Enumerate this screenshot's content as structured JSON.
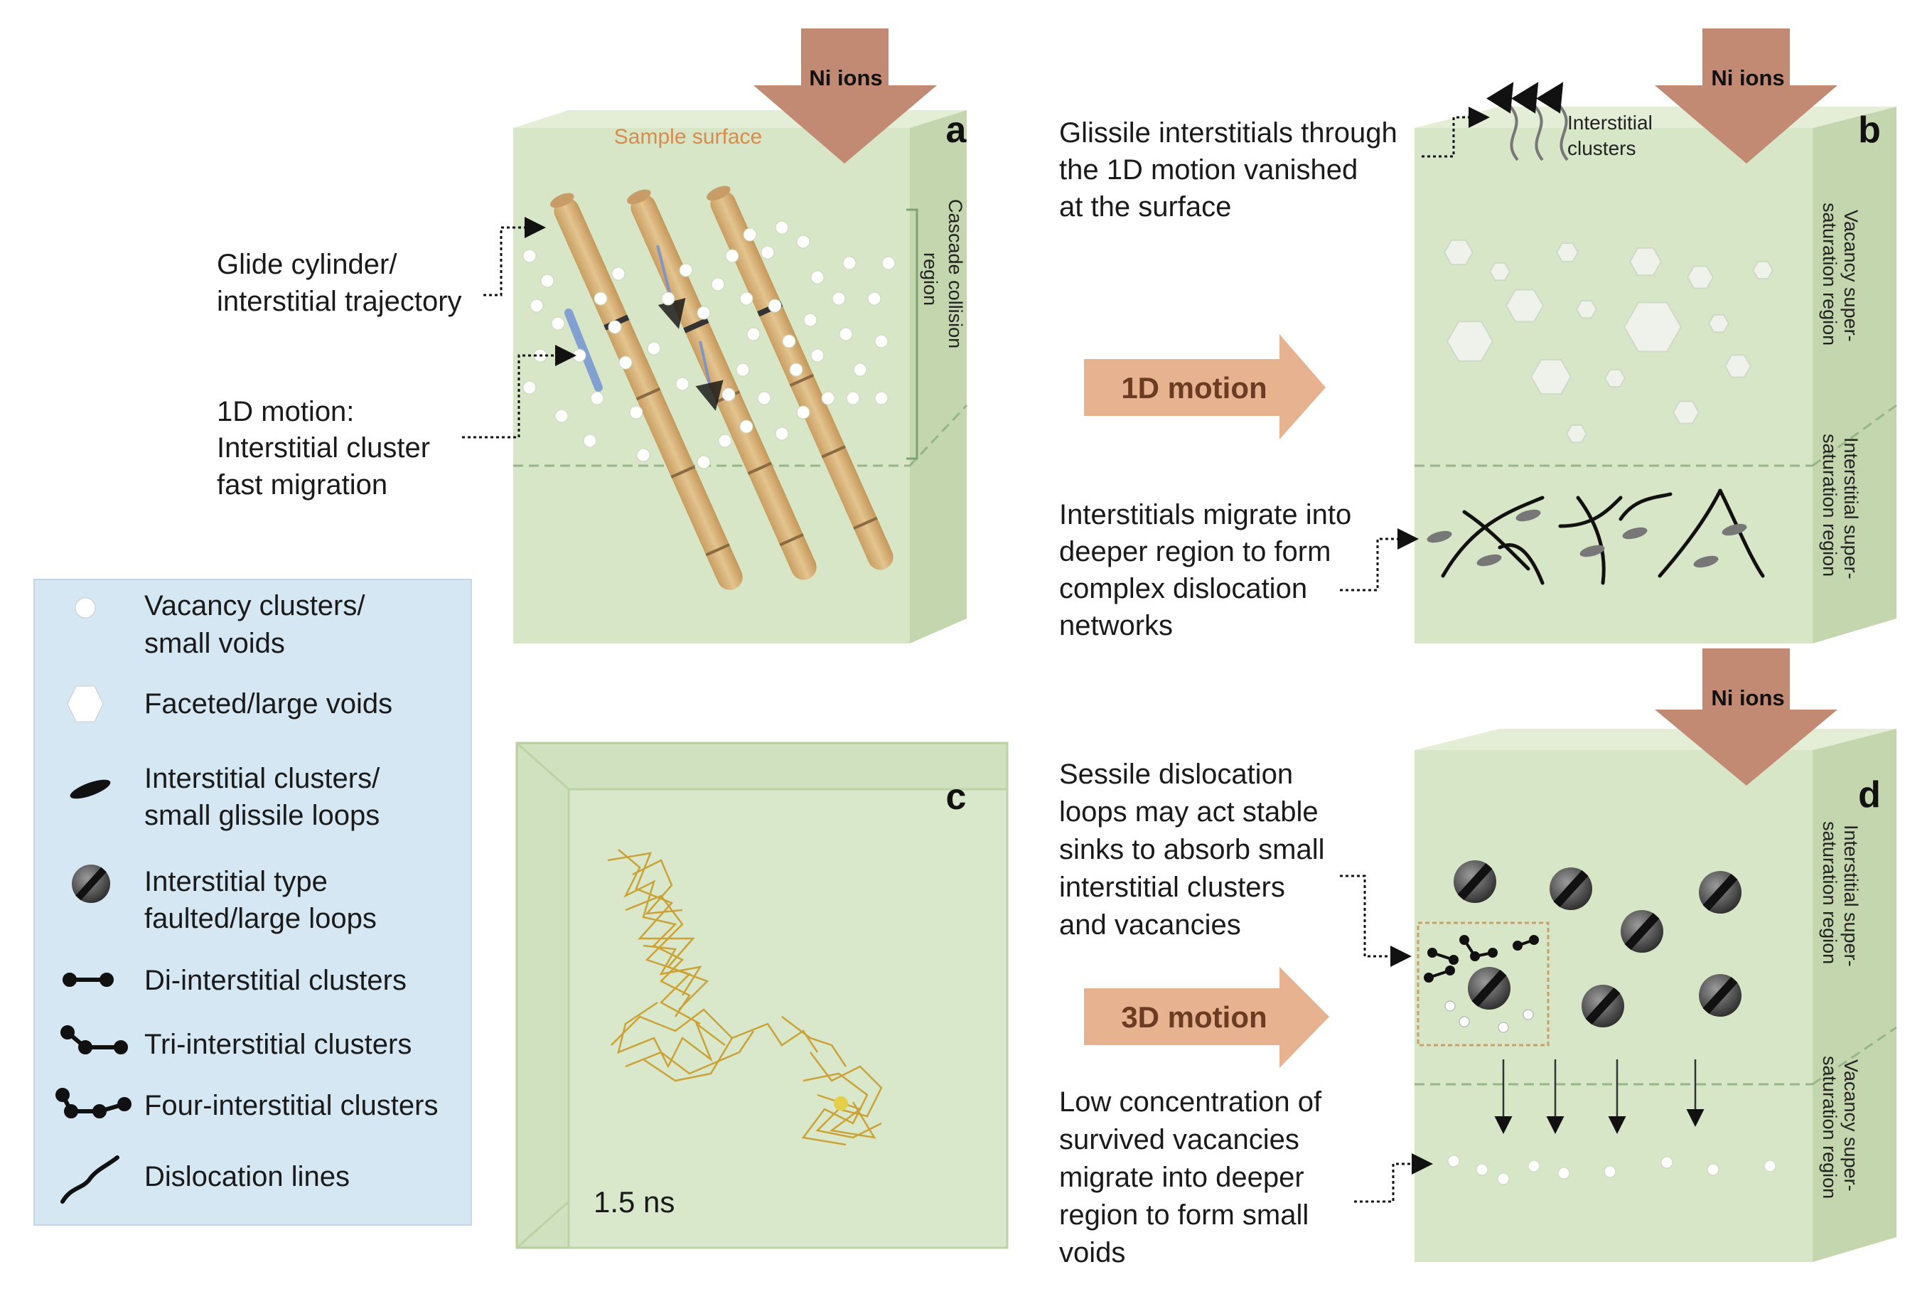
{
  "colors": {
    "box_face": "#d7e5c6",
    "box_side": "#c3d6ab",
    "box_top": "#e6efd9",
    "ion_arrow": "#c28a73",
    "motion_arrow": "#e7b28f",
    "legend_bg": "#d5e7f2",
    "cylinder": "#d9b37a"
  },
  "panels": {
    "a": "a",
    "b": "b",
    "c": "c",
    "d": "d"
  },
  "ions": {
    "a": "Ni ions",
    "b": "Ni ions",
    "d": "Ni ions"
  },
  "panel_a": {
    "surface": "Sample surface",
    "cascade": [
      "Cascade collision",
      "region"
    ],
    "glide": [
      "Glide cylinder/",
      "interstitial trajectory"
    ],
    "motion": [
      "1D motion:",
      "Interstitial cluster",
      "fast migration"
    ]
  },
  "panel_b": {
    "glissile": [
      "Glissile interstitials through",
      "the 1D motion vanished",
      "at the surface"
    ],
    "clusters": [
      "Interstitial",
      "clusters"
    ],
    "migrate": [
      "Interstitials migrate into",
      "deeper region to form",
      "complex dislocation",
      "networks"
    ],
    "vac_region": [
      "Vacancy super-",
      "saturation region"
    ],
    "int_region": [
      "Interstitial super-",
      "saturation region"
    ]
  },
  "arrow_1d": "1D motion",
  "arrow_3d": "3D motion",
  "panel_c": {
    "time": "1.5 ns"
  },
  "panel_d": {
    "sessile": [
      "Sessile dislocation",
      "loops may act stable",
      "sinks to absorb small",
      "interstitial clusters",
      "and vacancies"
    ],
    "low": [
      "Low concentration of",
      "survived vacancies",
      "migrate into deeper",
      "region to form small",
      "voids"
    ],
    "int_region": [
      "Interstitial super-",
      "saturation region"
    ],
    "vac_region": [
      "Vacancy super-",
      "saturation region"
    ]
  },
  "legend": [
    {
      "icon": "vacancy-cluster-icon",
      "lines": [
        "Vacancy clusters/",
        "small voids"
      ]
    },
    {
      "icon": "faceted-void-icon",
      "lines": [
        "Faceted/large voids"
      ]
    },
    {
      "icon": "interstitial-cluster-icon",
      "lines": [
        "Interstitial clusters/",
        "small glissile loops"
      ]
    },
    {
      "icon": "faulted-loop-icon",
      "lines": [
        "Interstitial type",
        "faulted/large loops"
      ]
    },
    {
      "icon": "di-interstitial-icon",
      "lines": [
        "Di-interstitial clusters"
      ]
    },
    {
      "icon": "tri-interstitial-icon",
      "lines": [
        "Tri-interstitial clusters"
      ]
    },
    {
      "icon": "four-interstitial-icon",
      "lines": [
        "Four-interstitial clusters"
      ]
    },
    {
      "icon": "dislocation-line-icon",
      "lines": [
        "Dislocation lines"
      ]
    }
  ]
}
